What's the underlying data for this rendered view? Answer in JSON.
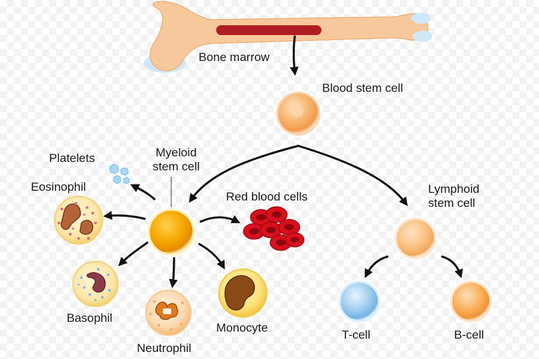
{
  "labels": {
    "bone_marrow": "Bone marrow",
    "blood_stem_cell": "Blood stem cell",
    "myeloid_line1": "Myeloid",
    "myeloid_line2": "stem cell",
    "lymphoid_line1": "Lymphoid",
    "lymphoid_line2": "stem cell",
    "platelets": "Platelets",
    "eosinophil": "Eosinophil",
    "red_blood_cells": "Red blood cells",
    "basophil": "Basophil",
    "neutrophil": "Neutrophil",
    "monocyte": "Monocyte",
    "t_cell": "T-cell",
    "b_cell": "B-cell"
  },
  "colors": {
    "bone": "#f7c89b",
    "marrow": "#b01e23",
    "arrow": "#111111",
    "myeloid": "#f5a800",
    "lymphoid": "#f8c07c",
    "red_cell": "#d9101d",
    "t_cell": "#8cc4ec",
    "b_cell": "#f7a94d"
  }
}
